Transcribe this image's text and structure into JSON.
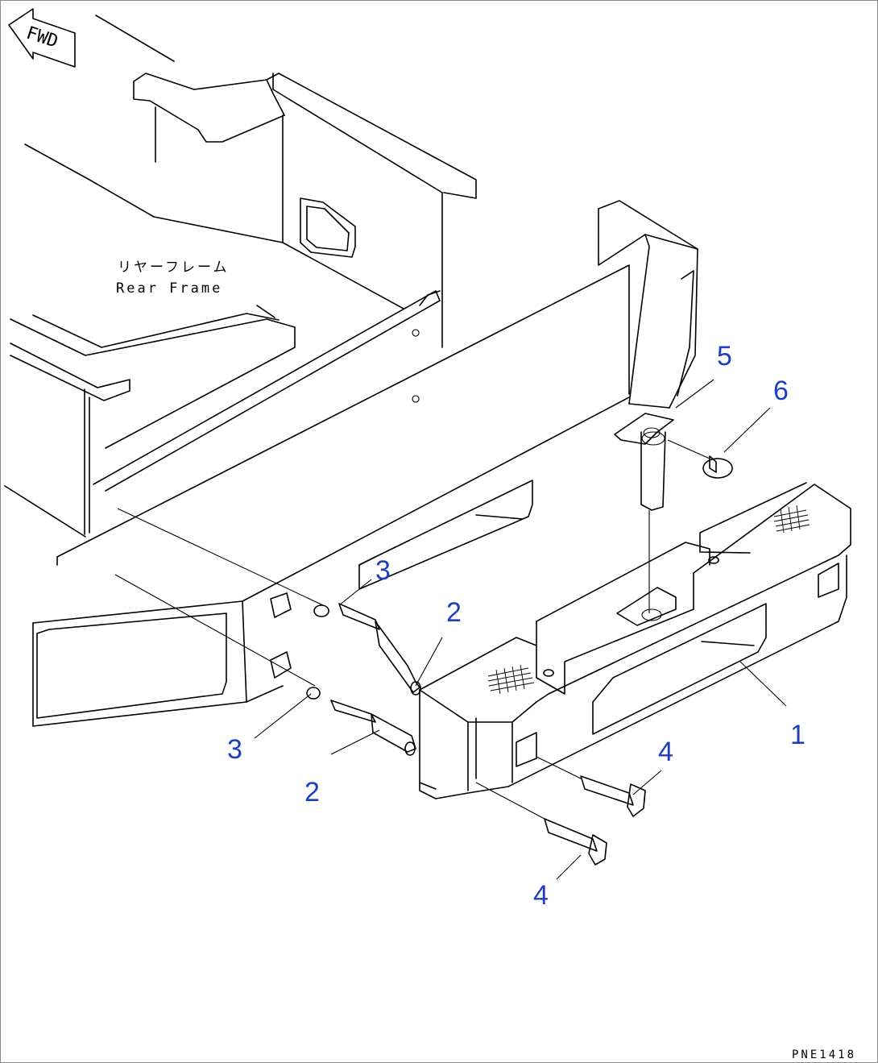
{
  "direction_marker": {
    "label": "FWD"
  },
  "frame_label": {
    "jp": "リヤーフレーム",
    "en": "Rear Frame"
  },
  "callouts": [
    {
      "id": "c1",
      "number": "1"
    },
    {
      "id": "c2a",
      "number": "2"
    },
    {
      "id": "c2b",
      "number": "2"
    },
    {
      "id": "c3a",
      "number": "3"
    },
    {
      "id": "c3b",
      "number": "3"
    },
    {
      "id": "c4a",
      "number": "4"
    },
    {
      "id": "c4b",
      "number": "4"
    },
    {
      "id": "c5",
      "number": "5"
    },
    {
      "id": "c6",
      "number": "6"
    }
  ],
  "drawing_id": "PNE1418",
  "colors": {
    "callout": "#1f3fbf",
    "line": "#000000"
  }
}
